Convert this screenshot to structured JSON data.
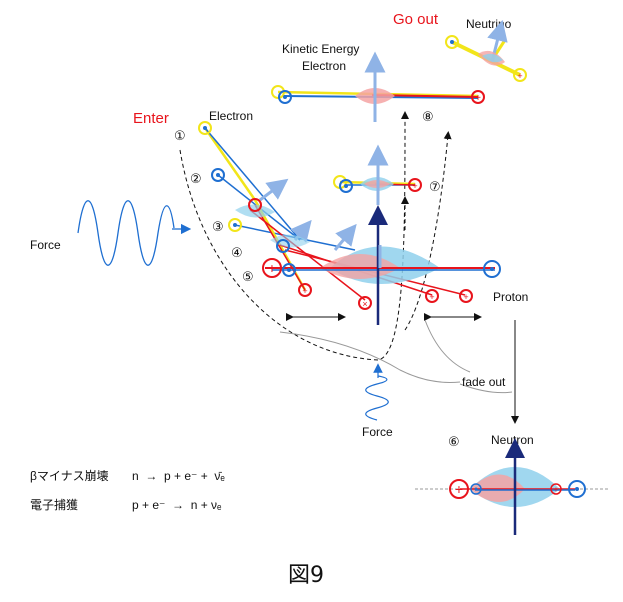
{
  "labels": {
    "go_out": "Go out",
    "neutrino": "Neutrino",
    "kinetic_energy": "Kinetic Energy",
    "electron_top": "Electron",
    "enter": "Enter",
    "electron": "Electron",
    "force_left": "Force",
    "proton": "Proton",
    "fade_out": "fade out",
    "force_bottom": "Force",
    "neutron": "Neutron"
  },
  "steps": [
    "①",
    "②",
    "③",
    "④",
    "⑤",
    "⑥",
    "⑦",
    "⑧"
  ],
  "equations": {
    "beta_minus_name": "βマイナス崩壊",
    "beta_minus_formula": "n  →  p + e⁻ +  ν̄ₑ",
    "electron_capture_name": "電子捕獲",
    "electron_capture_formula": "p + e⁻  →  n + νₑ"
  },
  "caption": "図9",
  "colors": {
    "red": "#e8141c",
    "blue": "#1f6fd1",
    "yellow": "#f2e51a",
    "light_blue": "#8fb3e6",
    "pink_fill": "#f4a3a3",
    "cyan_fill": "#8fd0ec",
    "navy": "#1a2a7a"
  }
}
